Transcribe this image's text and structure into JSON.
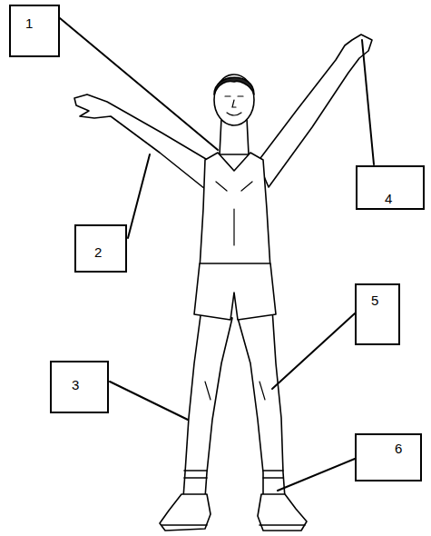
{
  "diagram": {
    "nodes": [
      {
        "text": [
          "1"
        ]
      },
      {
        "text": [
          "4"
        ]
      },
      {
        "text": [
          "2"
        ]
      },
      {
        "text": [
          "5"
        ]
      },
      {
        "text": [
          "3"
        ]
      },
      {
        "text": [
          "6"
        ]
      }
    ]
  }
}
